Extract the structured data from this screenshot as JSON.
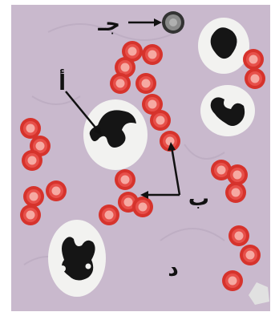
{
  "colors": {
    "plasma": "#c9b9cd",
    "rbc_outer": "#d6332c",
    "rbc_ring": "#e7504a",
    "rbc_center": "#f6a9a2",
    "wbc_body": "#f2f2f0",
    "wbc_nucleus": "#151515",
    "platelet": "#333333",
    "arrow": "#111111"
  },
  "labels": {
    "alef": "أ",
    "ba": "ب",
    "jeem": "جـ",
    "dal": "د"
  },
  "icons": [
    "neutrophil-icon",
    "red-blood-cell-icon",
    "platelet-icon"
  ]
}
